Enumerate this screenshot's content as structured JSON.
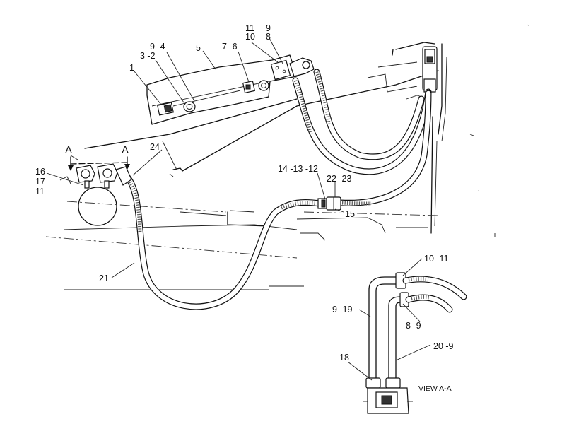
{
  "labels": {
    "l1": "1",
    "l3_2": "3 -2",
    "l9_4": "9 -4",
    "l5": "5",
    "l7_6": "7 -6",
    "l11_top": "11",
    "l10_top": "10",
    "l9_top": "9",
    "l8_top": "8",
    "lA_left": "A",
    "lA_right": "A",
    "l24": "24",
    "l16": "16",
    "l17": "17",
    "l11_left": "11",
    "l14_13_12": "14 -13 -12",
    "l22_23": "22 -23",
    "l15": "15",
    "l21": "21",
    "l10_11": "10 -11",
    "l9_19": "9 -19",
    "l8_9": "8 -9",
    "l20_9": "20 -9",
    "l18": "18",
    "view": "VIEW A-A"
  }
}
